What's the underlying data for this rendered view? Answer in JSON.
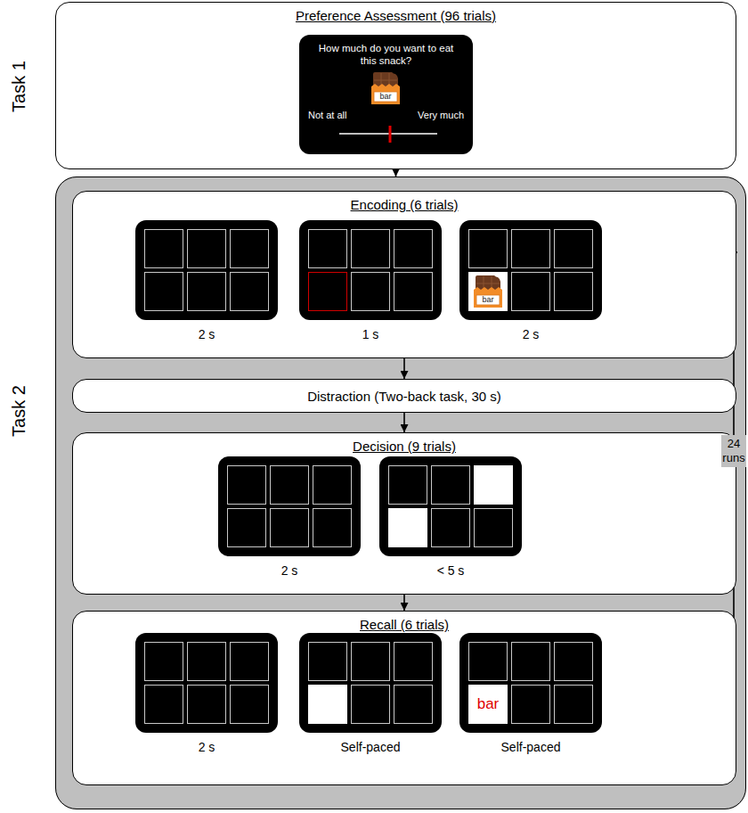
{
  "diagram": {
    "nodes": [
      {
        "text": [
          "Task 1",
          "Preference Assessment (96 trials)"
        ]
      },
      {
        "text": [
          "How much do you want to eat this snack?",
          "Not at all",
          "Very much"
        ],
        "in": 0
      },
      {
        "text": [
          "bar"
        ],
        "in": 1
      },
      {
        "text": [
          "Task 2"
        ]
      },
      {
        "text": [
          "Encoding (6 trials)"
        ],
        "in": 3
      },
      {
        "text": [
          "2 s"
        ],
        "in": 4
      },
      {
        "text": [
          "1 s"
        ],
        "in": 4
      },
      {
        "text": [
          "2 s"
        ],
        "in": 4
      },
      {
        "text": [
          "bar"
        ],
        "in": 7
      },
      {
        "text": [
          "Distraction (Two-back task, 30 s)"
        ],
        "in": 3
      },
      {
        "text": [
          "Decision (9 trials)"
        ],
        "in": 3
      },
      {
        "text": [
          "2 s"
        ],
        "in": 10
      },
      {
        "text": [
          "< 5 s"
        ],
        "in": 10
      },
      {
        "text": [
          "Recall (6 trials)"
        ],
        "in": 3
      },
      {
        "text": [
          "2 s"
        ],
        "in": 13
      },
      {
        "text": [
          "Self-paced"
        ],
        "in": 13
      },
      {
        "text": [
          "Self-paced"
        ],
        "in": 13
      },
      {
        "text": [
          "bar"
        ],
        "in": 16
      }
    ],
    "edges": [
      {
        "from": 0,
        "to": 3,
        "arrow": "to"
      },
      {
        "from": 4,
        "to": 9,
        "arrow": "to"
      },
      {
        "from": 9,
        "to": 10,
        "arrow": "to"
      },
      {
        "from": 10,
        "to": 13,
        "arrow": "to"
      },
      {
        "from": 13,
        "to": 4,
        "label": "24 runs",
        "arrow": "to"
      }
    ]
  }
}
